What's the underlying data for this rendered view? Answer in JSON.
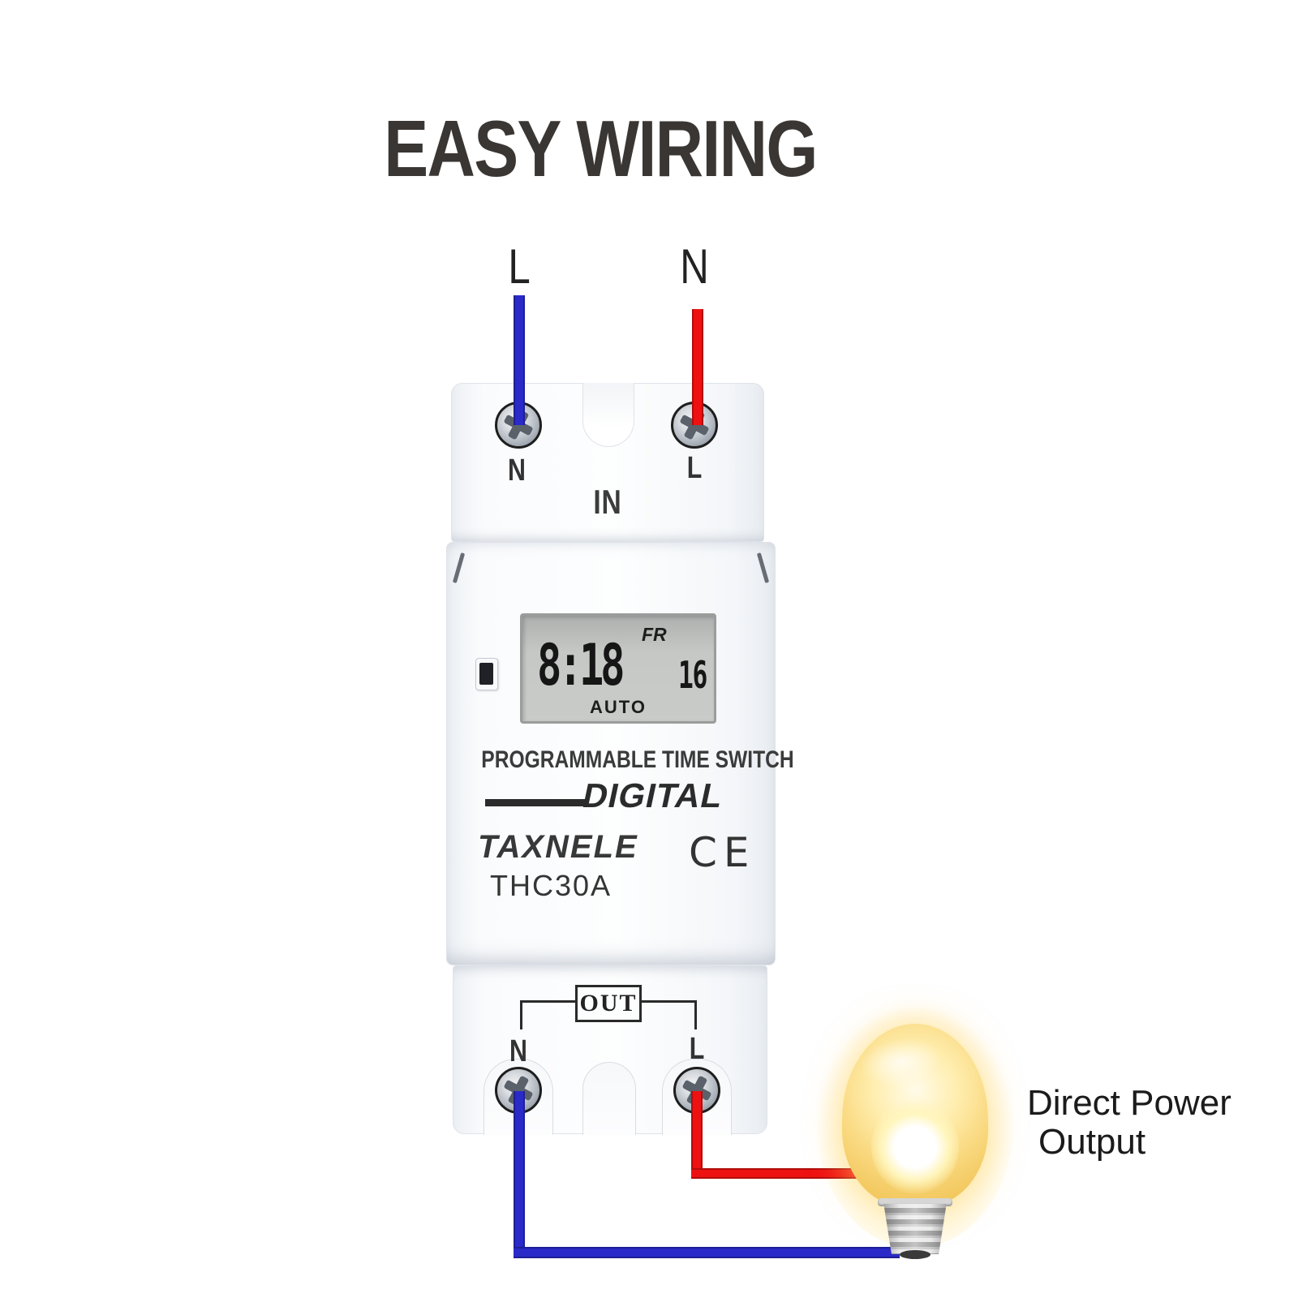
{
  "title": "EASY WIRING",
  "input": {
    "live_label": "L",
    "neutral_label": "N"
  },
  "device": {
    "top_terminals": {
      "left_label": "N",
      "right_label": "L",
      "section_label": "IN"
    },
    "lcd": {
      "day": "FR",
      "time": "8:18",
      "seconds": "16",
      "mode": "AUTO"
    },
    "face": {
      "line1": "PROGRAMMABLE TIME SWITCH",
      "logo": "DIGITAL",
      "brand": "TAXNELE",
      "ce_mark": "CE",
      "model": "THC30A"
    },
    "bottom_terminals": {
      "section_label": "OUT",
      "left_label": "N",
      "right_label": "L"
    }
  },
  "output_caption": {
    "line1": "Direct Power",
    "line2": "Output"
  },
  "colors": {
    "live_wire": "#ee1111",
    "neutral_wire": "#2a2ac8",
    "lcd_background": "#c6c8c6",
    "bulb_glow": "#ffdE78",
    "device_body": "#fdfefe",
    "title_text": "#3a3633"
  }
}
